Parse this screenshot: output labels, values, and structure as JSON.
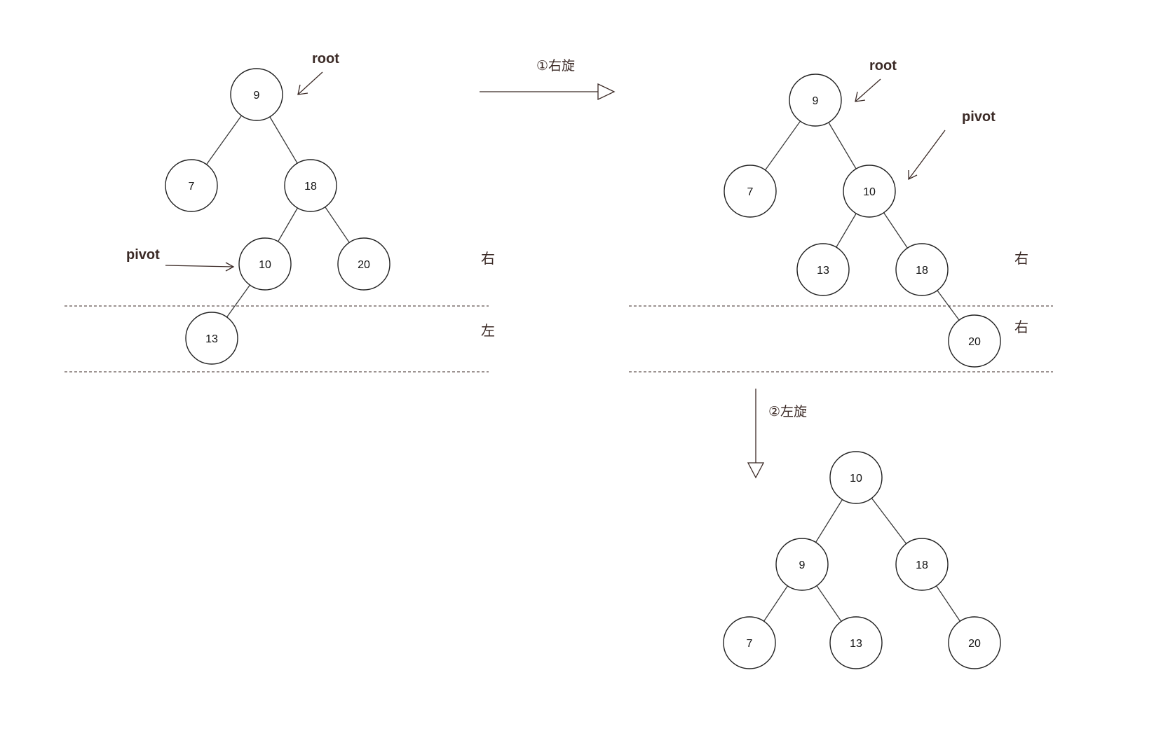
{
  "steps": {
    "first": "①右旋",
    "second": "②左旋"
  },
  "pointers": {
    "root": "root",
    "pivot": "pivot"
  },
  "levels": {
    "right": "右",
    "left": "左"
  },
  "trees": [
    {
      "id": "initial",
      "nodes": [
        {
          "id": "a9",
          "value": "9"
        },
        {
          "id": "a7",
          "value": "7"
        },
        {
          "id": "a18",
          "value": "18"
        },
        {
          "id": "a10",
          "value": "10"
        },
        {
          "id": "a20",
          "value": "20"
        },
        {
          "id": "a13",
          "value": "13"
        }
      ],
      "edges": [
        [
          "a9",
          "a7"
        ],
        [
          "a9",
          "a18"
        ],
        [
          "a18",
          "a10"
        ],
        [
          "a18",
          "a20"
        ],
        [
          "a10",
          "a13"
        ]
      ]
    },
    {
      "id": "after-right-rotation",
      "nodes": [
        {
          "id": "b9",
          "value": "9"
        },
        {
          "id": "b7",
          "value": "7"
        },
        {
          "id": "b10",
          "value": "10"
        },
        {
          "id": "b13",
          "value": "13"
        },
        {
          "id": "b18",
          "value": "18"
        },
        {
          "id": "b20",
          "value": "20"
        }
      ],
      "edges": [
        [
          "b9",
          "b7"
        ],
        [
          "b9",
          "b10"
        ],
        [
          "b10",
          "b13"
        ],
        [
          "b10",
          "b18"
        ],
        [
          "b18",
          "b20"
        ]
      ]
    },
    {
      "id": "after-left-rotation",
      "nodes": [
        {
          "id": "c10",
          "value": "10"
        },
        {
          "id": "c9",
          "value": "9"
        },
        {
          "id": "c18",
          "value": "18"
        },
        {
          "id": "c7",
          "value": "7"
        },
        {
          "id": "c13",
          "value": "13"
        },
        {
          "id": "c20",
          "value": "20"
        }
      ],
      "edges": [
        [
          "c10",
          "c9"
        ],
        [
          "c10",
          "c18"
        ],
        [
          "c9",
          "c7"
        ],
        [
          "c9",
          "c13"
        ],
        [
          "c18",
          "c20"
        ]
      ]
    }
  ]
}
